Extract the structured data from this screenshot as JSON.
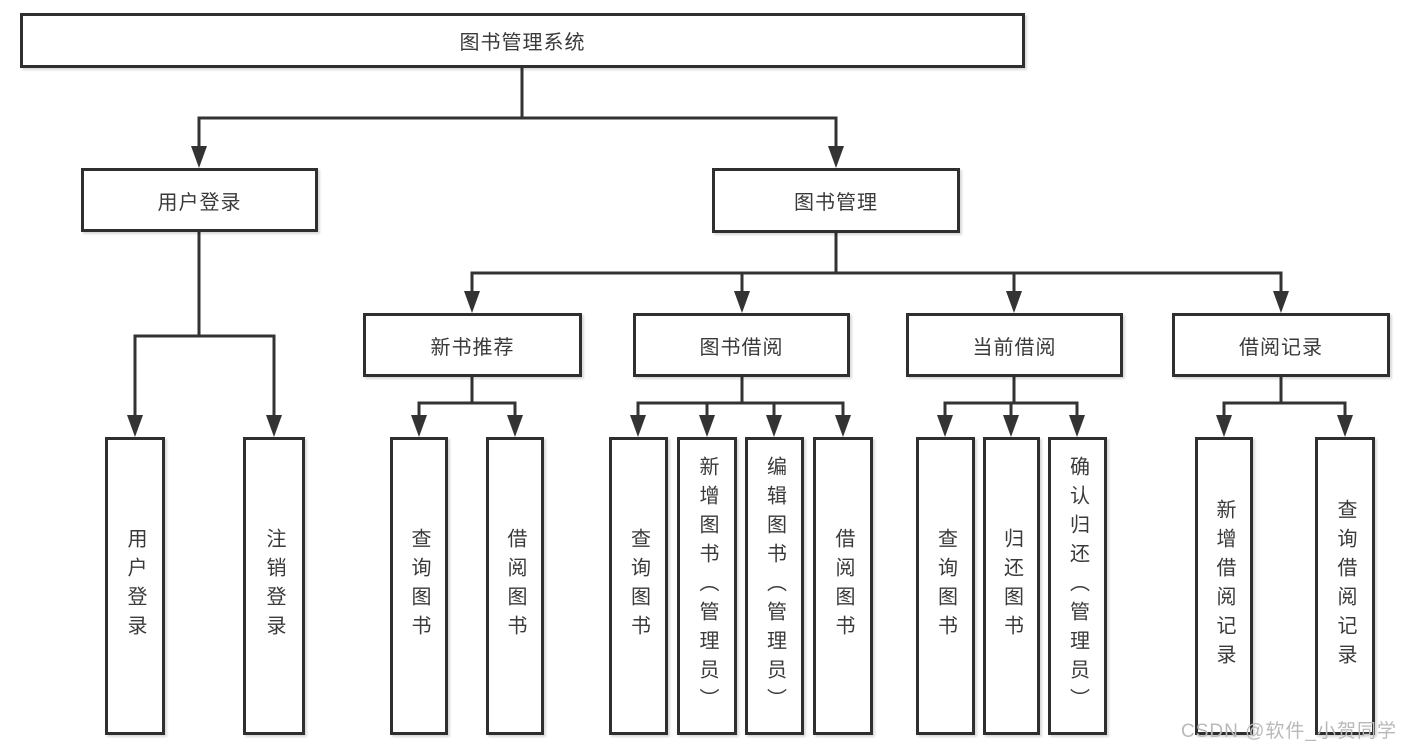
{
  "title": "图书管理系统",
  "watermark": "CSDN @软件_小贺同学",
  "colors": {
    "background": "#ffffff",
    "line": "#333333",
    "box_border": "#2f2f2f",
    "text": "#3a3a3a",
    "watermark": "#b9b9b9"
  },
  "nodes": {
    "root": {
      "label": "图书管理系统"
    },
    "level2": [
      {
        "id": "user-login",
        "label": "用户登录"
      },
      {
        "id": "book-management",
        "label": "图书管理"
      }
    ],
    "level3": [
      {
        "id": "new-book-recommend",
        "label": "新书推荐",
        "parent": "图书管理"
      },
      {
        "id": "book-borrowing",
        "label": "图书借阅",
        "parent": "图书管理"
      },
      {
        "id": "current-borrowing",
        "label": "当前借阅",
        "parent": "图书管理"
      },
      {
        "id": "borrowing-records",
        "label": "借阅记录",
        "parent": "图书管理"
      }
    ],
    "leaves": [
      {
        "id": "user-login-action",
        "label": "用户登录",
        "parent": "用户登录"
      },
      {
        "id": "logout-action",
        "label": "注销登录",
        "parent": "用户登录"
      },
      {
        "id": "query-books-recommend",
        "label": "查询图书",
        "parent": "新书推荐"
      },
      {
        "id": "borrow-books-recommend",
        "label": "借阅图书",
        "parent": "新书推荐"
      },
      {
        "id": "query-books-borrowing",
        "label": "查询图书",
        "parent": "图书借阅"
      },
      {
        "id": "add-books-admin",
        "label": "新增图书（管理员）",
        "parent": "图书借阅"
      },
      {
        "id": "edit-books-admin",
        "label": "编辑图书（管理员）",
        "parent": "图书借阅"
      },
      {
        "id": "borrow-books",
        "label": "借阅图书",
        "parent": "图书借阅"
      },
      {
        "id": "query-books-current",
        "label": "查询图书",
        "parent": "当前借阅"
      },
      {
        "id": "return-books",
        "label": "归还图书",
        "parent": "当前借阅"
      },
      {
        "id": "confirm-return-admin",
        "label": "确认归还（管理员）",
        "parent": "当前借阅"
      },
      {
        "id": "add-borrow-record",
        "label": "新增借阅记录",
        "parent": "借阅记录"
      },
      {
        "id": "query-borrow-record",
        "label": "查询借阅记录",
        "parent": "借阅记录"
      }
    ]
  }
}
